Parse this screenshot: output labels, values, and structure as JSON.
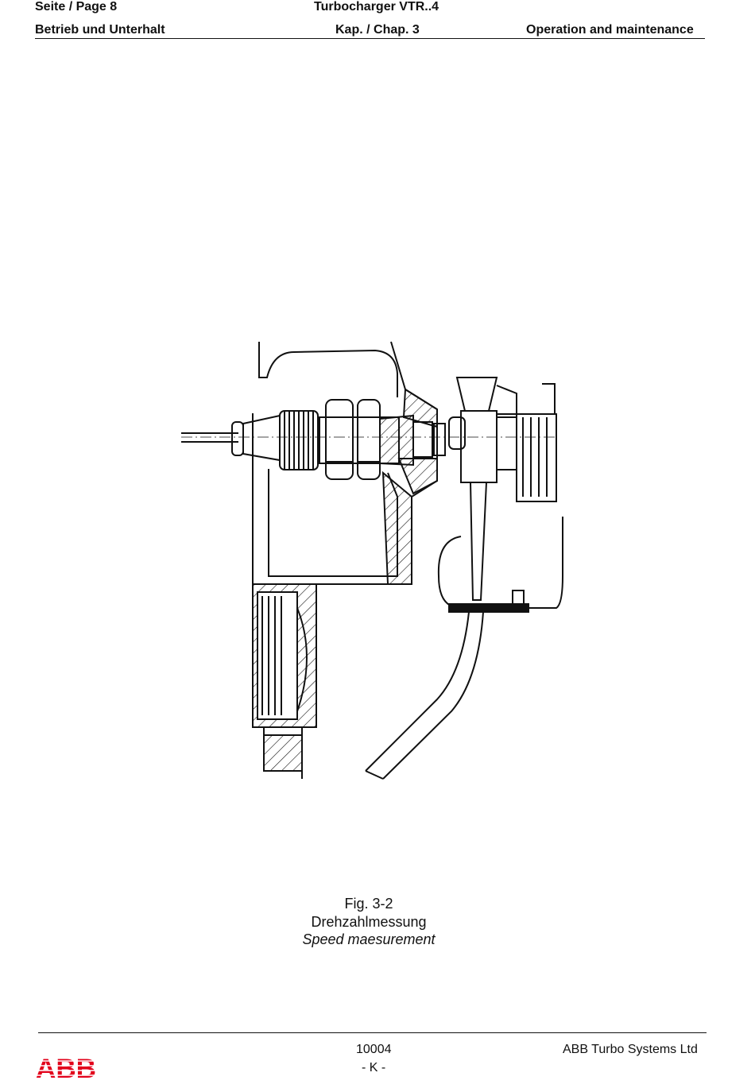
{
  "header": {
    "page": "Seite / Page  8",
    "product": "Turbocharger VTR..4",
    "section_de": "Betrieb und Unterhalt",
    "chapter": "Kap. / Chap. 3",
    "section_en": "Operation and maintenance"
  },
  "figure": {
    "number": "Fig. 3-2",
    "title_de": "Drehzahlmessung",
    "title_en": "Speed maesurement"
  },
  "footer": {
    "doc_number": "10004",
    "code": "- K -",
    "company": "ABB Turbo Systems Ltd",
    "logo_text": "ABB",
    "logo_color": "#e2001a"
  }
}
